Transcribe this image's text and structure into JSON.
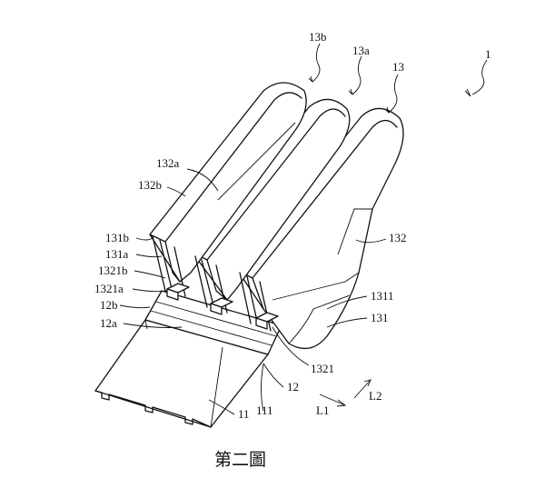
{
  "labels": {
    "ref_1": "1",
    "ref_13": "13",
    "ref_13a": "13a",
    "ref_13b": "13b",
    "ref_132a": "132a",
    "ref_132b": "132b",
    "ref_132": "132",
    "ref_131b": "131b",
    "ref_131a": "131a",
    "ref_1321b": "1321b",
    "ref_1321a": "1321a",
    "ref_12b": "12b",
    "ref_12a": "12a",
    "ref_1311": "1311",
    "ref_131": "131",
    "ref_1321": "1321",
    "ref_12": "12",
    "ref_111": "111",
    "ref_11": "11",
    "ref_L1": "L1",
    "ref_L2": "L2"
  },
  "caption": "第二圖"
}
